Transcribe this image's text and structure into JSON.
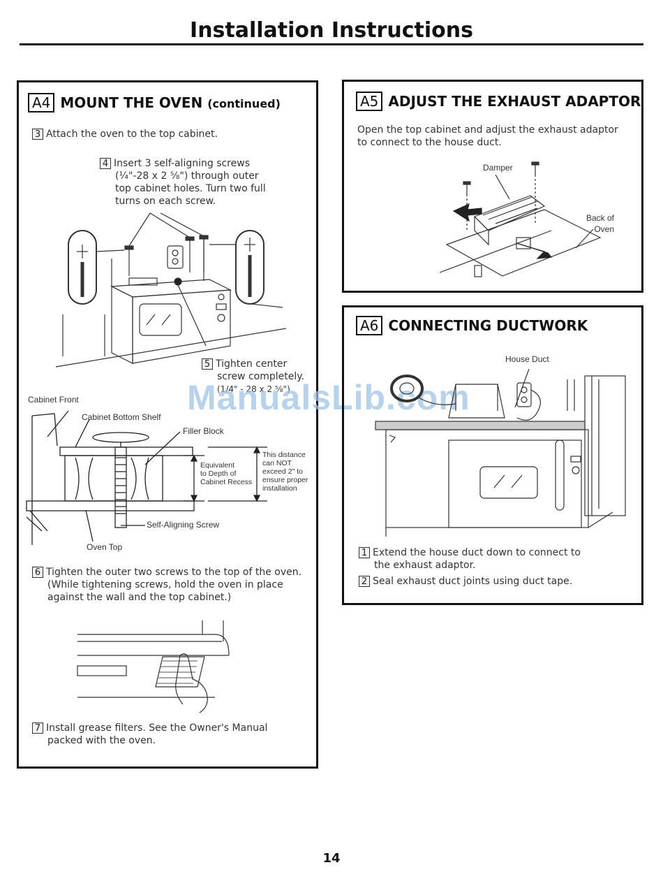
{
  "page": {
    "title": "Installation Instructions",
    "page_number": "14",
    "watermark": "ManualsLib.com"
  },
  "a4": {
    "tag": "A4",
    "heading": "MOUNT THE OVEN",
    "heading_suffix": "(continued)",
    "step3": {
      "num": "3",
      "text": "Attach the oven to the top cabinet."
    },
    "step4": {
      "num": "4",
      "lines": [
        "Insert 3 self-aligning screws",
        "(¼\"-28 x 2 ⅝\") through outer",
        "top cabinet holes. Turn two full",
        "turns on each screw."
      ]
    },
    "step5": {
      "num": "5",
      "lines": [
        "Tighten center",
        "screw completely.",
        "(1/4\" - 28 x 2 ⅝\")"
      ]
    },
    "diagram_labels": {
      "cabinet_front": "Cabinet Front",
      "cabinet_bottom_shelf": "Cabinet Bottom Shelf",
      "filler_block": "Filler Block",
      "equivalent": [
        "Equivalent",
        "to Depth of",
        "Cabinet Recess"
      ],
      "distance_note": [
        "This distance",
        "can NOT",
        "exceed 2\" to",
        "ensure proper",
        "installation"
      ],
      "self_aligning_screw": "Self-Aligning Screw",
      "oven_top": "Oven Top"
    },
    "step6": {
      "num": "6",
      "lines": [
        "Tighten the outer two screws to the top of the oven.",
        "(While tightening screws, hold the oven in place",
        "against the wall and the top cabinet.)"
      ]
    },
    "step7": {
      "num": "7",
      "lines": [
        "Install grease filters. See the Owner's Manual",
        "packed with the oven."
      ]
    }
  },
  "a5": {
    "tag": "A5",
    "heading": "ADJUST THE EXHAUST ADAPTOR",
    "lines": [
      "Open the top cabinet and adjust the exhaust adaptor",
      "to connect to the house duct."
    ],
    "labels": {
      "damper": "Damper",
      "back_of_oven": [
        "Back of",
        "Oven"
      ]
    }
  },
  "a6": {
    "tag": "A6",
    "heading": "CONNECTING DUCTWORK",
    "labels": {
      "house_duct": "House Duct"
    },
    "step1": {
      "num": "1",
      "lines": [
        "Extend the house duct down to connect to",
        "the exhaust adaptor."
      ]
    },
    "step2": {
      "num": "2",
      "text": "Seal exhaust duct joints using duct tape."
    }
  }
}
